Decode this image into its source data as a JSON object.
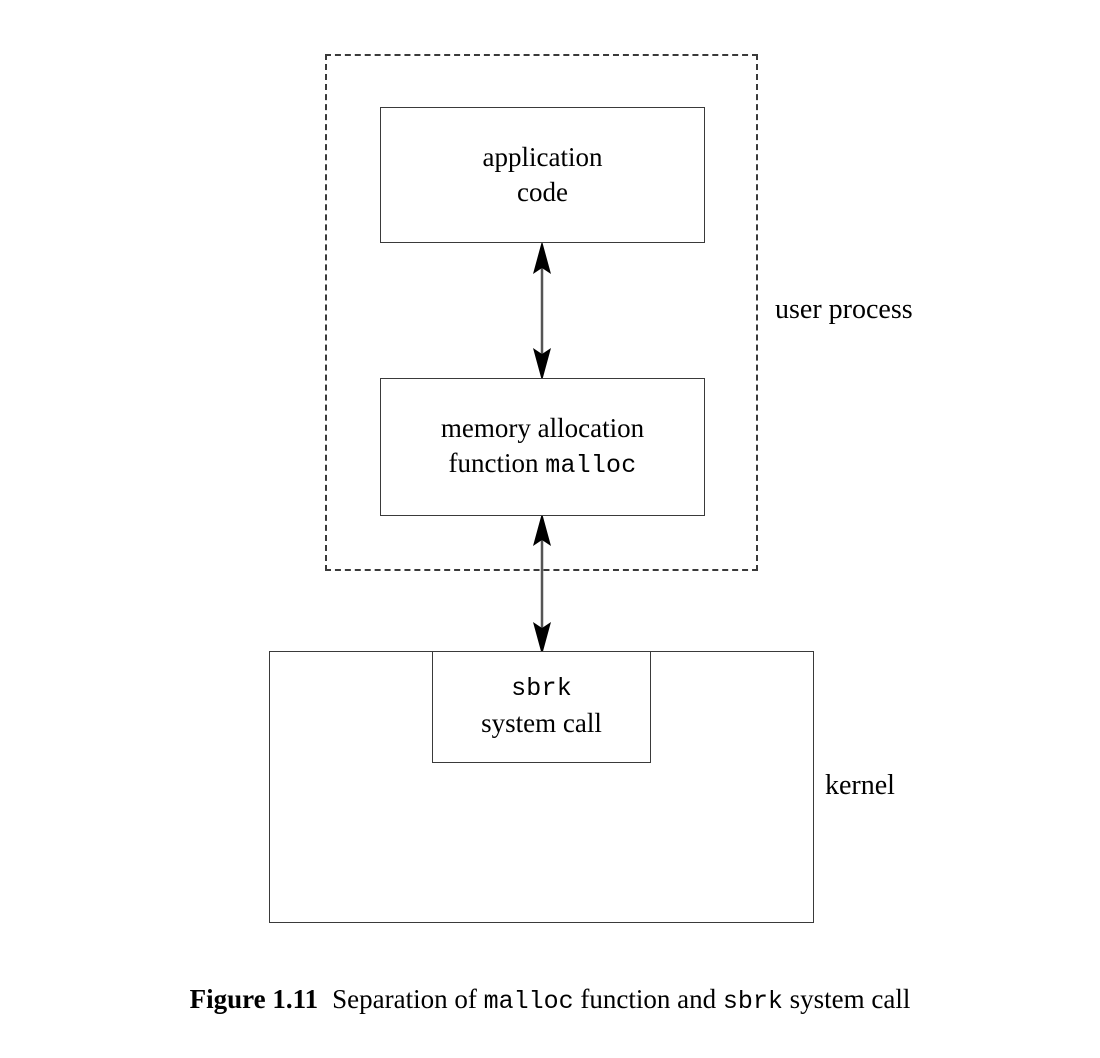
{
  "figure": {
    "caption_label": "Figure 1.11",
    "caption_text_1": "Separation of",
    "caption_mono_1": "malloc",
    "caption_text_2": "function and",
    "caption_mono_2": "sbrk",
    "caption_text_3": "system call",
    "caption_full": "Figure 1.11  Separation of malloc function and sbrk system call"
  },
  "diagram": {
    "type": "block-diagram",
    "regions": {
      "user_process": {
        "label": "user process",
        "border_style": "dashed",
        "border_color": "#3a3a3a"
      },
      "kernel": {
        "label": "kernel",
        "border_style": "solid",
        "border_color": "#3a3a3a"
      }
    },
    "boxes": [
      {
        "name": "application-code",
        "line1": "application",
        "line2": "code",
        "line2_mono": false,
        "container": "user process"
      },
      {
        "name": "malloc-function",
        "line1": "memory allocation",
        "line2_prefix": "function ",
        "line2_mono_text": "malloc",
        "line2_mono": true,
        "container": "user process"
      },
      {
        "name": "sbrk-system-call",
        "line1_mono_text": "sbrk",
        "line1_mono": true,
        "line2": "system call",
        "container": "kernel (straddles top border)"
      }
    ],
    "connectors": [
      {
        "name": "application-code-to-malloc",
        "from": "application code",
        "to": "memory allocation function malloc",
        "style": "double-headed vertical arrow",
        "color": "#000000"
      },
      {
        "name": "malloc-to-sbrk",
        "from": "memory allocation function malloc",
        "to": "sbrk system call",
        "style": "double-headed vertical arrow",
        "color": "#000000"
      }
    ]
  },
  "colors": {
    "background": "#ffffff",
    "stroke": "#3a3a3a",
    "arrow": "#000000",
    "text": "#000000"
  }
}
